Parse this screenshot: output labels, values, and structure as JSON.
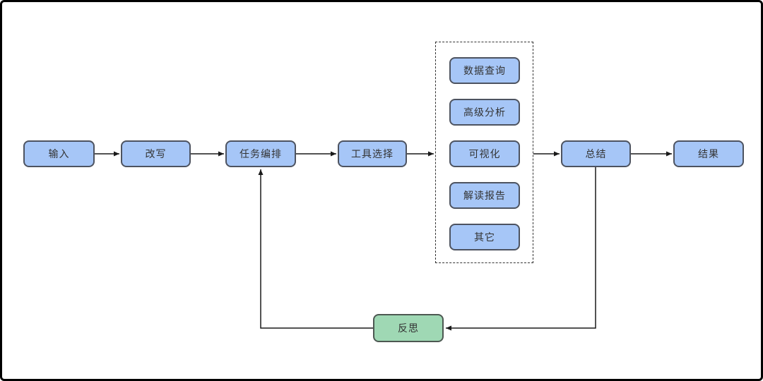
{
  "diagram": {
    "nodes": {
      "input": {
        "label": "输入"
      },
      "rewrite": {
        "label": "改写"
      },
      "task_orchestration": {
        "label": "任务编排"
      },
      "tool_selection": {
        "label": "工具选择"
      },
      "data_query": {
        "label": "数据查询"
      },
      "advanced_analysis": {
        "label": "高级分析"
      },
      "visualization": {
        "label": "可视化"
      },
      "report_interpretation": {
        "label": "解读报告"
      },
      "other": {
        "label": "其它"
      },
      "summary": {
        "label": "总结"
      },
      "result": {
        "label": "结果"
      },
      "reflection": {
        "label": "反思"
      }
    },
    "edges": [
      {
        "from": "input",
        "to": "rewrite"
      },
      {
        "from": "rewrite",
        "to": "task_orchestration"
      },
      {
        "from": "task_orchestration",
        "to": "tool_selection"
      },
      {
        "from": "tool_selection",
        "to": "tool_group"
      },
      {
        "from": "tool_group",
        "to": "summary"
      },
      {
        "from": "summary",
        "to": "result"
      },
      {
        "from": "summary",
        "to": "reflection"
      },
      {
        "from": "reflection",
        "to": "task_orchestration"
      }
    ],
    "colors": {
      "node_fill": "#a6c6f7",
      "node_border": "#4d5360",
      "reflection_fill": "#9fd8b4",
      "line": "#1a1a1a",
      "frame_border": "#000000",
      "background": "#ffffff"
    }
  }
}
